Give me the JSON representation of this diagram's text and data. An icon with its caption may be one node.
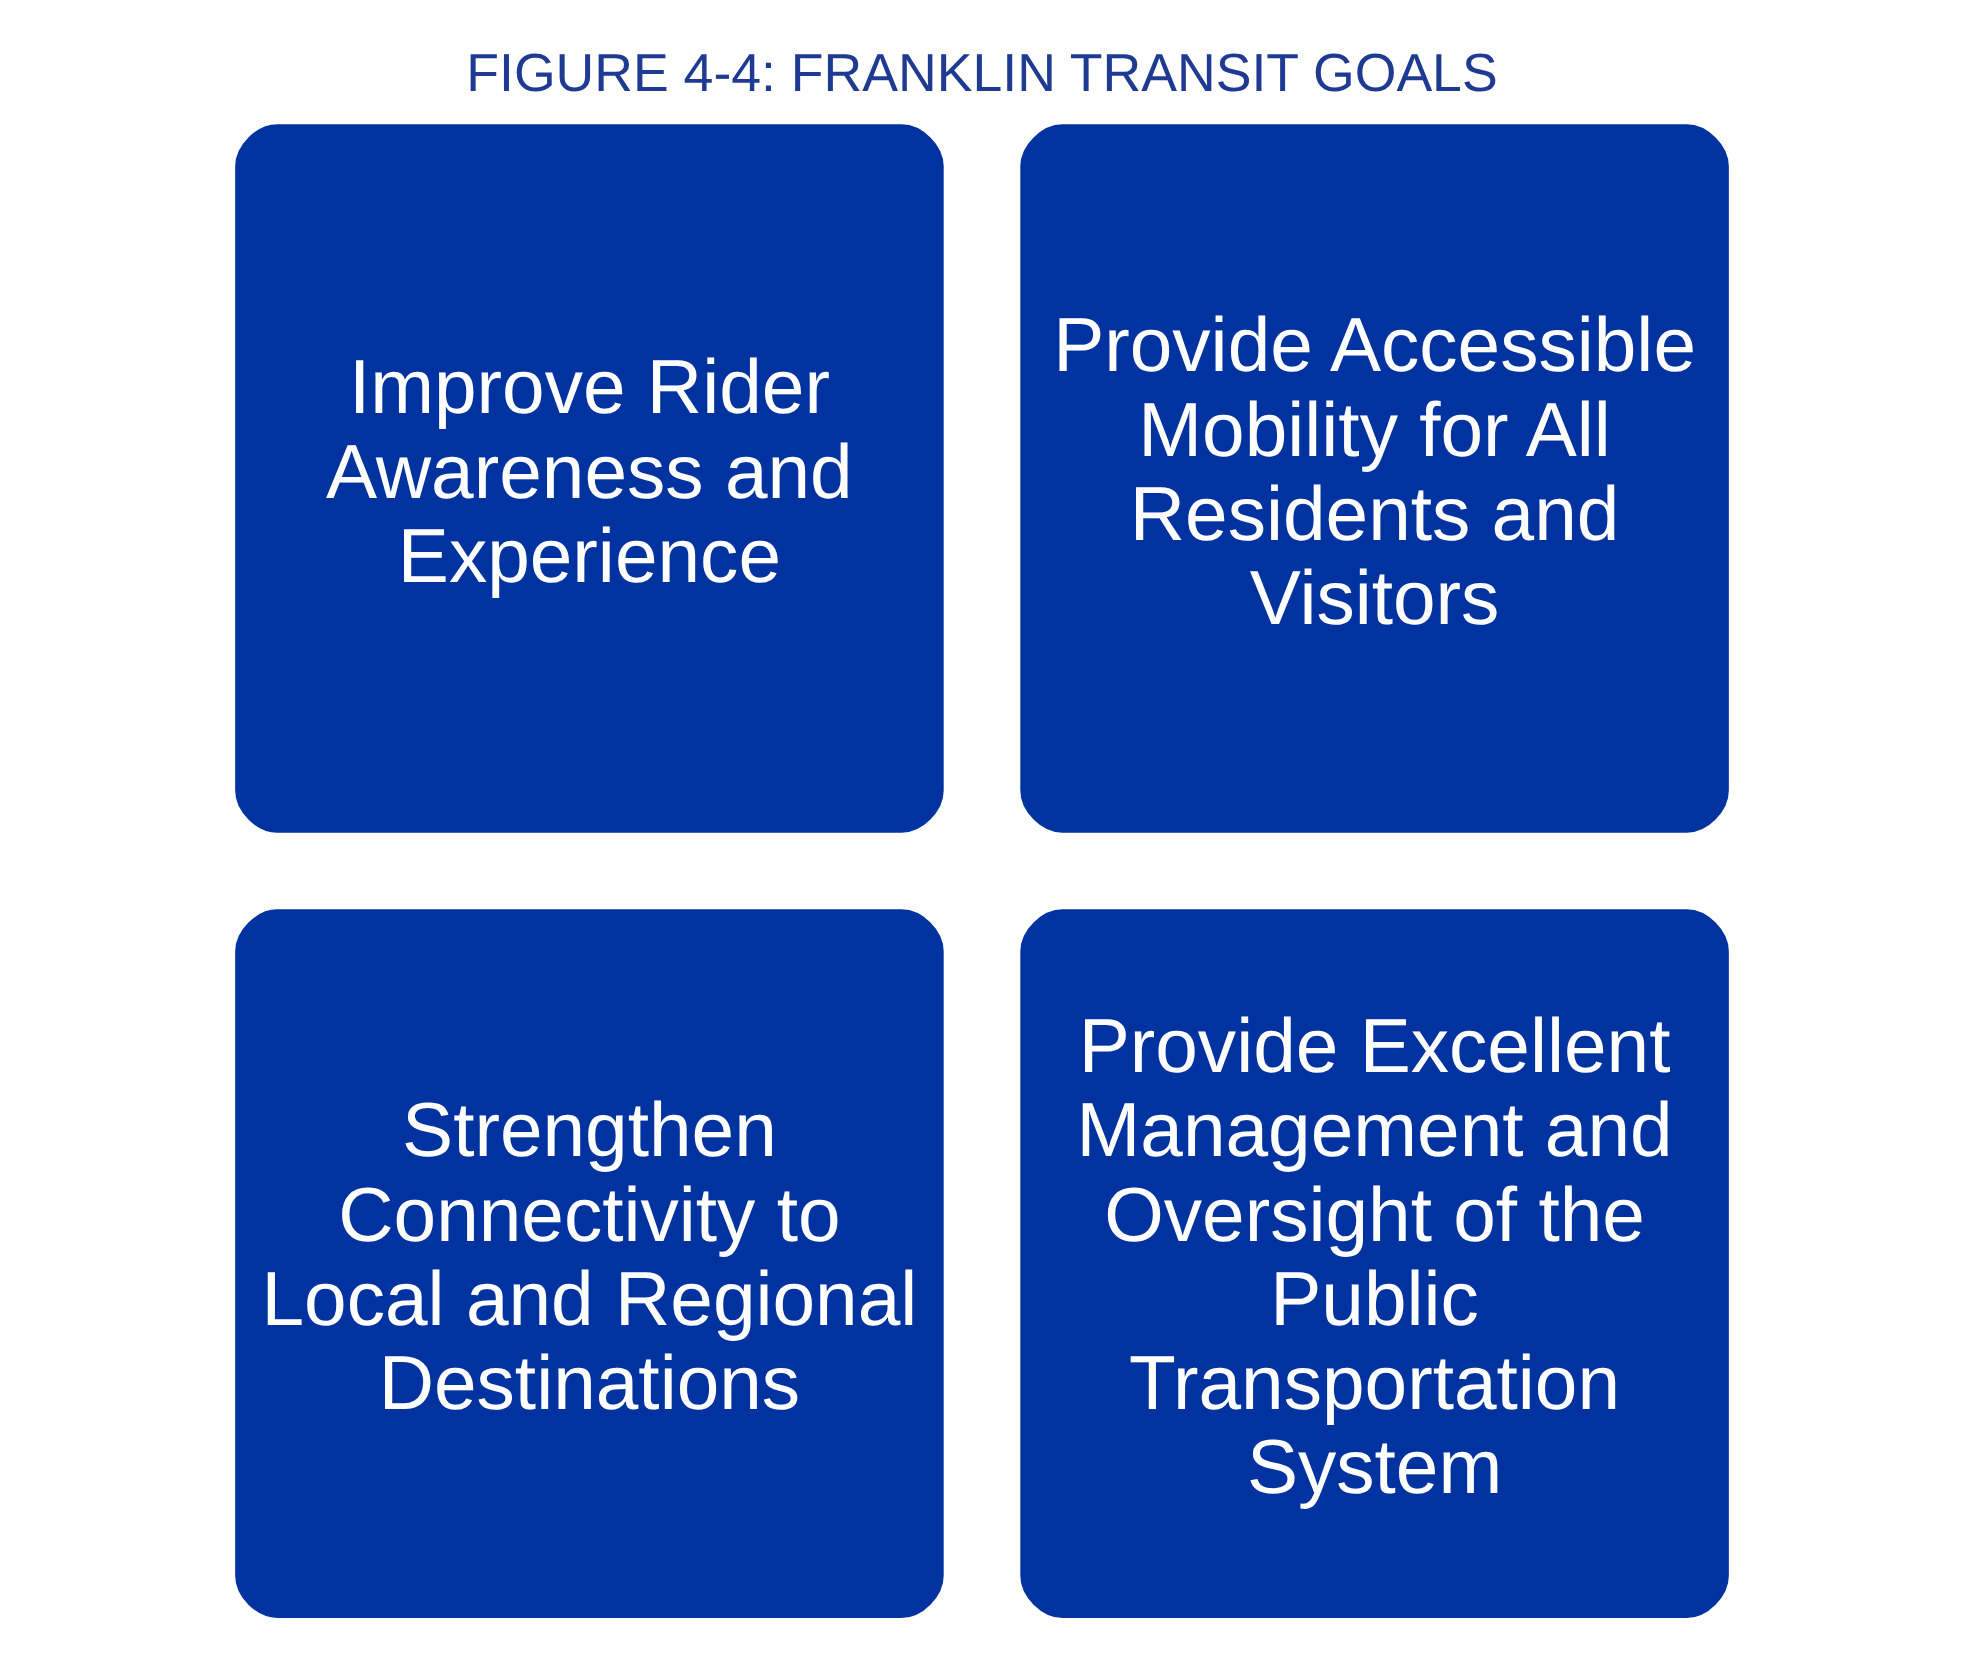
{
  "diagram": {
    "title": "FIGURE 4-4: FRANKLIN TRANSIT GOALS",
    "nodes": [
      {
        "text": [
          "Improve Rider Awareness and Experience"
        ]
      },
      {
        "text": [
          "Provide Accessible Mobility for All Residents and Visitors"
        ]
      },
      {
        "text": [
          "Strengthen Connectivity to Local and Regional Destinations"
        ]
      },
      {
        "text": [
          "Provide Excellent Management and Oversight of the Public Transportation System"
        ]
      }
    ],
    "edges": []
  }
}
